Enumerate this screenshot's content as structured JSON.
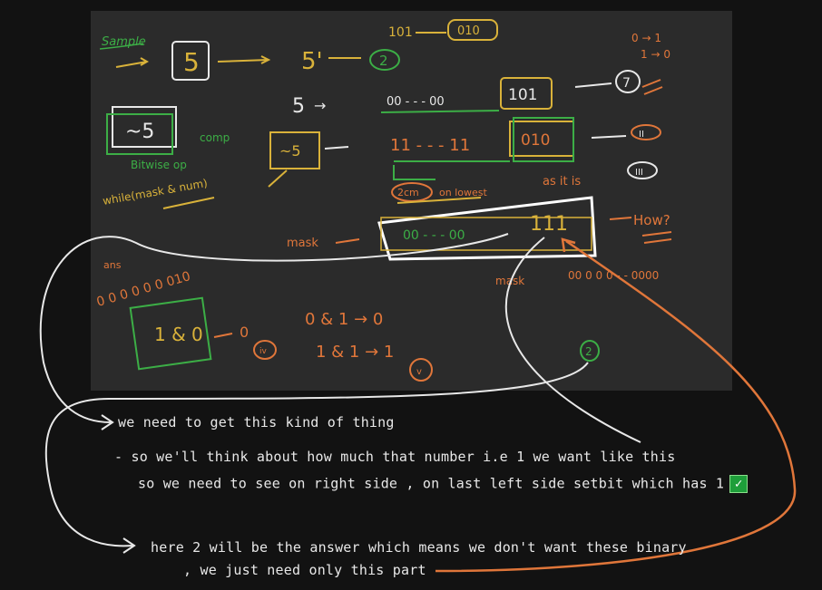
{
  "board": {
    "example_label": "Sample",
    "top_row": {
      "boxed": "5",
      "prime": "5'",
      "circled": "2",
      "bits_a": "101",
      "bits_b": "010"
    },
    "flip_rule": {
      "line1": "0 → 1",
      "line2": "1 → 0"
    },
    "row2": {
      "five": "5",
      "arrow": "→",
      "bits": "00 - - - 00",
      "boxed_bits": "101",
      "result": "7"
    },
    "left_box": {
      "text": "~5",
      "caption": "Bitwise op",
      "comp": "comp",
      "while_text": "while(mask & num)"
    },
    "row3": {
      "boxed": "~5",
      "bits": "11 - - - 11",
      "boxed_bits": "010",
      "roman": "II"
    },
    "row4": {
      "circled": "2cm",
      "hint": "on lowest",
      "as_is": "as it is",
      "roman": "III"
    },
    "mask_row": {
      "label": "mask",
      "bits": "00 - - - 00",
      "boxed_bits": "111",
      "how": "How?"
    },
    "mask_zero": {
      "label": "mask",
      "bits": "00 0 0 0 - - 0000"
    },
    "ans": {
      "label": "ans",
      "bits": "0 0 0 0 0 0 010"
    },
    "and_box": {
      "text": "1 & 0",
      "result": "0",
      "tag": "iv"
    },
    "and_rules": {
      "line1": "0 & 1 → 0",
      "line2": "1 & 1 → 1",
      "tag": "v"
    },
    "circled_two": "2"
  },
  "notes": {
    "line1": "we need to get this kind of thing",
    "line2": "- so we'll think about how much that number i.e 1 we want like this",
    "line3": "so we need to see on right side , on last left side setbit which has 1",
    "check_icon": "✓",
    "line4": "here 2 will be the answer which means we don't want these binary",
    "line5": ", we just need only this part"
  },
  "colors": {
    "board": "#2b2b2b",
    "yellow": "#d9b23a",
    "green": "#3cae46",
    "orange": "#e0763a",
    "white": "#e8e8e8",
    "check": "#1e9e3a"
  }
}
